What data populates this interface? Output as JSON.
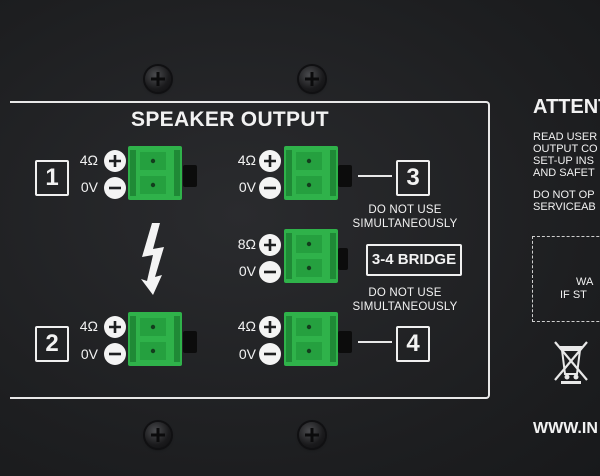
{
  "title": "SPEAKER OUTPUT",
  "channels": [
    {
      "number": "1",
      "imp": "4Ω",
      "gnd": "0V"
    },
    {
      "number": "2",
      "imp": "4Ω",
      "gnd": "0V"
    },
    {
      "number": "3",
      "imp": "4Ω",
      "gnd": "0V"
    },
    {
      "number": "4",
      "imp": "4Ω",
      "gnd": "0V"
    }
  ],
  "bridge": {
    "imp": "8Ω",
    "gnd": "0V",
    "label": "3-4 BRIDGE"
  },
  "notes": {
    "upper_line1": "DO NOT USE",
    "upper_line2": "SIMULTANEOUSLY",
    "lower_line1": "DO NOT USE",
    "lower_line2": "SIMULTANEOUSLY"
  },
  "attention": {
    "title": "ATTENT",
    "lines": [
      "READ USER",
      "OUTPUT CO",
      "SET-UP INS",
      "AND SAFET"
    ],
    "lines2": [
      "DO NOT OP",
      "SERVICEAB"
    ],
    "warning_lines": [
      "WA",
      "IF ST"
    ]
  },
  "website": "WWW.IN",
  "colors": {
    "terminal": "#2fb24a",
    "background": "#1e1f21",
    "text": "#f2f2f2"
  }
}
